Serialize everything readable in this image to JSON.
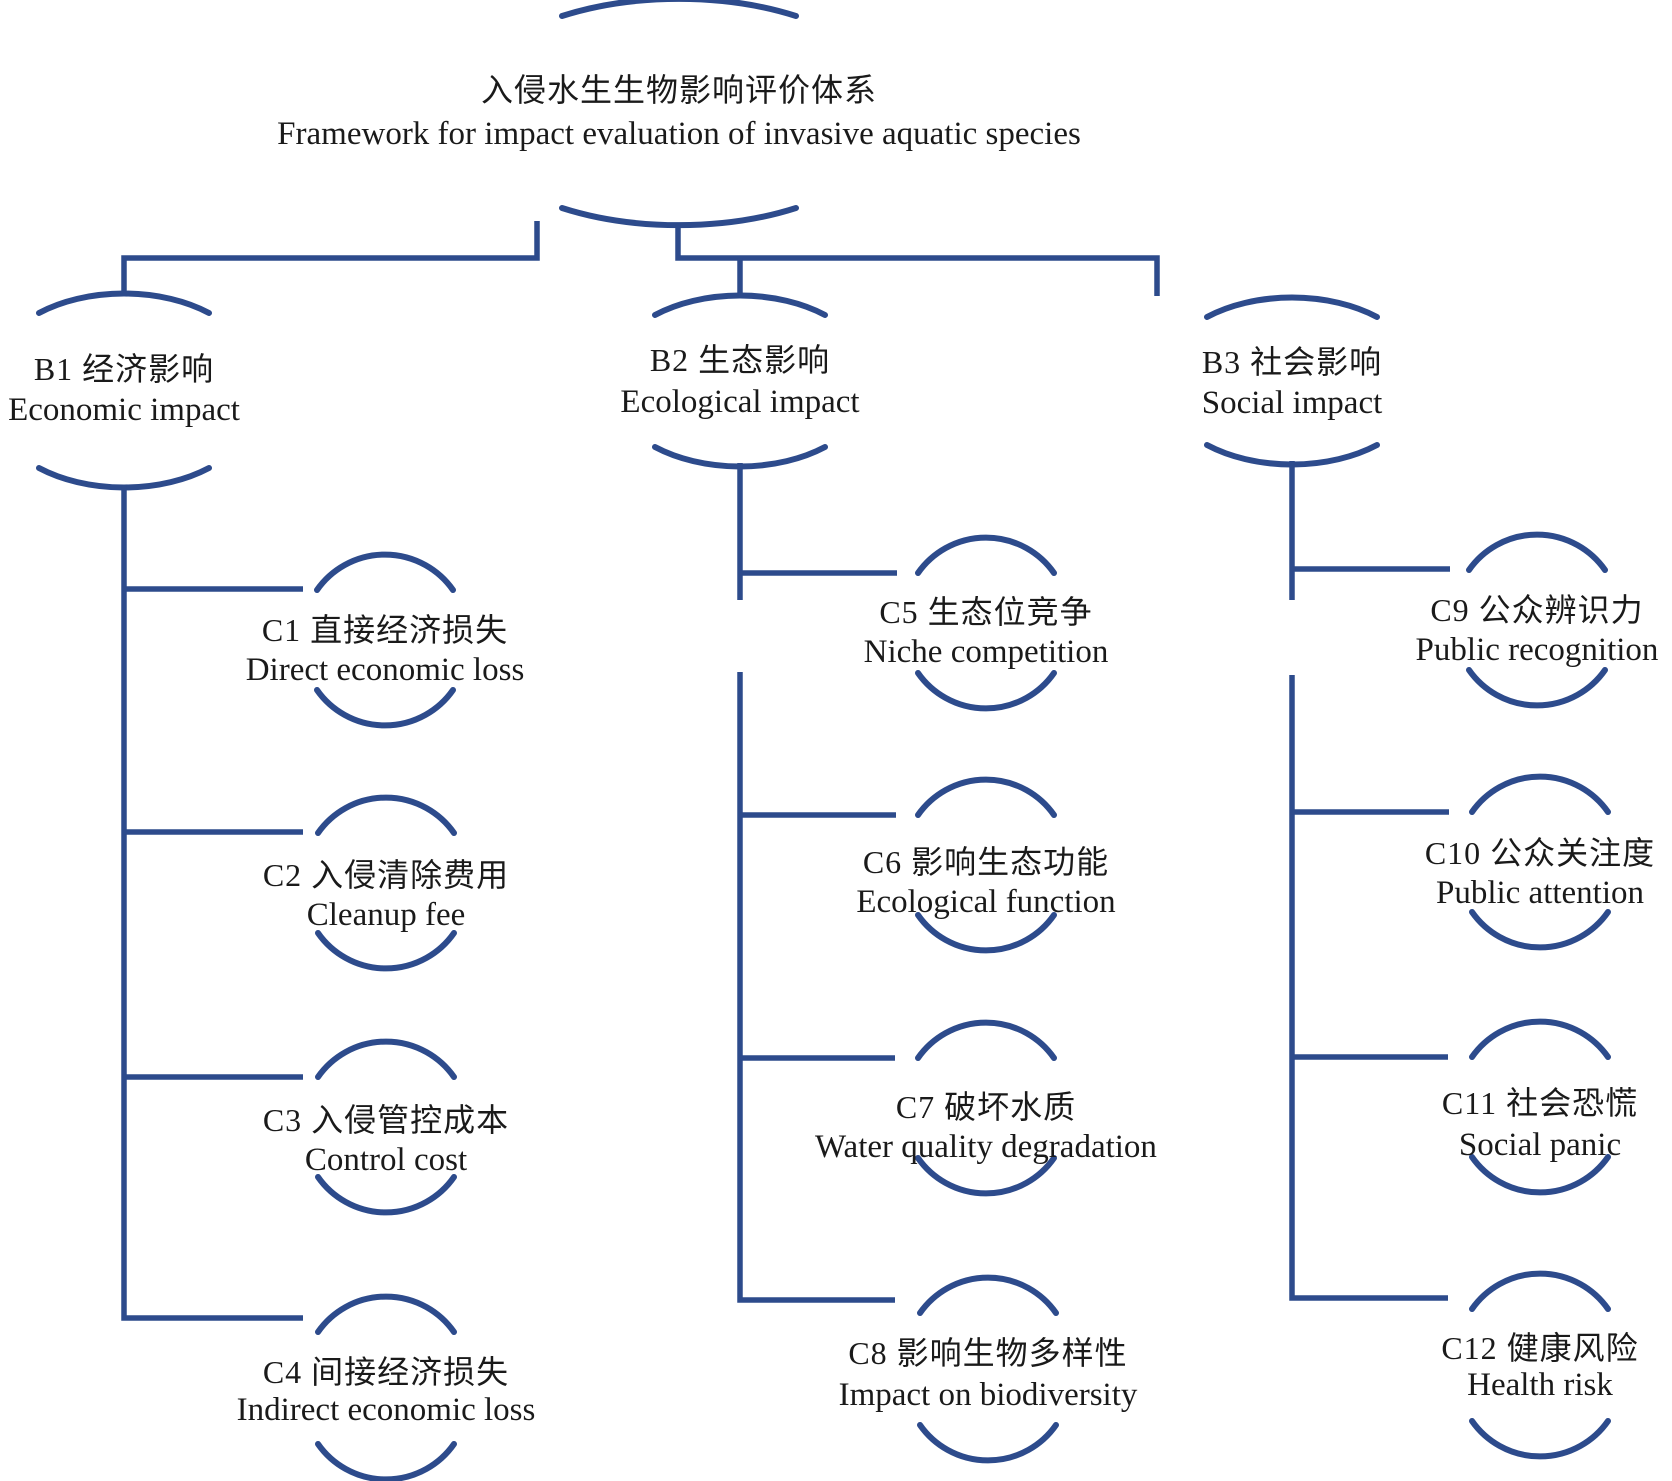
{
  "figure": {
    "colors": {
      "line": "#2d4b8c",
      "text": "#1a1a1a",
      "background": "#ffffff"
    },
    "title_node": {
      "zh": "入侵水生生物影响评价体系",
      "en": "Framework for impact evaluation of invasive aquatic species"
    },
    "branches": [
      {
        "id": "B1",
        "zh": "B1 经济影响",
        "en": "Economic impact",
        "children": [
          {
            "id": "C1",
            "zh": "C1 直接经济损失",
            "en": "Direct economic loss"
          },
          {
            "id": "C2",
            "zh": "C2 入侵清除费用",
            "en": "Cleanup fee"
          },
          {
            "id": "C3",
            "zh": "C3 入侵管控成本",
            "en": "Control cost"
          },
          {
            "id": "C4",
            "zh": "C4 间接经济损失",
            "en": "Indirect economic loss"
          }
        ]
      },
      {
        "id": "B2",
        "zh": "B2 生态影响",
        "en": "Ecological impact",
        "children": [
          {
            "id": "C5",
            "zh": "C5 生态位竞争",
            "en": "Niche competition"
          },
          {
            "id": "C6",
            "zh": "C6 影响生态功能",
            "en": "Ecological function"
          },
          {
            "id": "C7",
            "zh": "C7 破坏水质",
            "en": "Water quality degradation"
          },
          {
            "id": "C8",
            "zh": "C8 影响生物多样性",
            "en": "Impact on biodiversity"
          }
        ]
      },
      {
        "id": "B3",
        "zh": "B3 社会影响",
        "en": "Social impact",
        "children": [
          {
            "id": "C9",
            "zh": "C9 公众辨识力",
            "en": "Public recognition"
          },
          {
            "id": "C10",
            "zh": "C10 公众关注度",
            "en": "Public attention"
          },
          {
            "id": "C11",
            "zh": "C11 社会恐慌",
            "en": "Social panic"
          },
          {
            "id": "C12",
            "zh": "C12 健康风险",
            "en": "Health risk"
          }
        ]
      }
    ]
  }
}
